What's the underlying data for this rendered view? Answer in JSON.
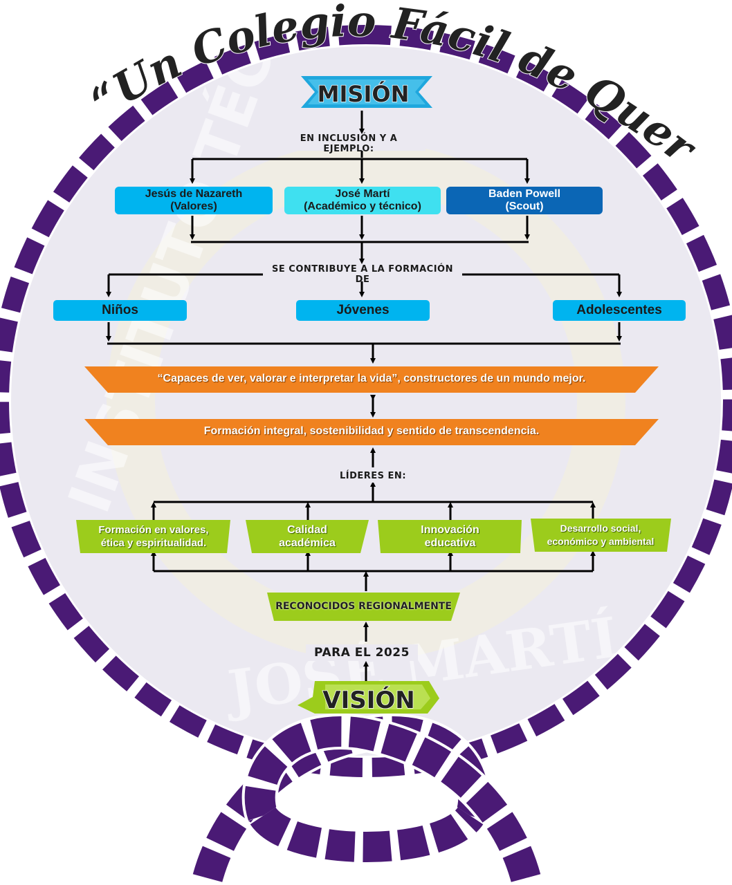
{
  "title": "“Un Colegio Fácil de Querer”",
  "watermark_left": "INSTITUTO TÉCNICO Y ACADÉMICO SCOUT",
  "watermark_bottom": "JOSÉ MARTÍ",
  "mission": {
    "label": "MISIÓN",
    "inclusion_caption": "EN INCLUSIÓN Y A EJEMPLO:",
    "figures": [
      {
        "name": "Jesús de Nazareth",
        "detail": "(Valores)"
      },
      {
        "name": "José Martí",
        "detail": "(Académico y técnico)"
      },
      {
        "name": "Baden Powell",
        "detail": "(Scout)"
      }
    ],
    "contribution_caption": "SE CONTRIBUYE A LA FORMACIÓN DE",
    "groups": [
      "Niños",
      "Jóvenes",
      "Adolescentes"
    ]
  },
  "statements": {
    "top": "“Capaces de ver, valorar e interpretar la vida”, constructores de un mundo mejor.",
    "bottom": "Formación integral, sostenibilidad y sentido de transcendencia."
  },
  "vision": {
    "leaders_caption": "LÍDERES EN:",
    "areas": [
      {
        "line1": "Formación en valores,",
        "line2": "ética y espiritualidad."
      },
      {
        "line1": "Calidad",
        "line2": "académica"
      },
      {
        "line1": "Innovación",
        "line2": "educativa"
      },
      {
        "line1": "Desarrollo social,",
        "line2": "económico y ambiental"
      }
    ],
    "recognized": "RECONOCIDOS REGIONALMENTE",
    "year_caption": "PARA EL 2025",
    "label": "VISIÓN"
  },
  "colors": {
    "rope_purple": "#4a1a75",
    "disc_fill": "#ebe9f1",
    "mission_blue": "#1fa7dd",
    "node_light_blue": "#00b4ef",
    "node_cyan": "#3fe0f0",
    "node_dark_blue": "#0b66b5",
    "orange": "#f0821f",
    "green": "#9ccc1c",
    "line": "#000000"
  }
}
